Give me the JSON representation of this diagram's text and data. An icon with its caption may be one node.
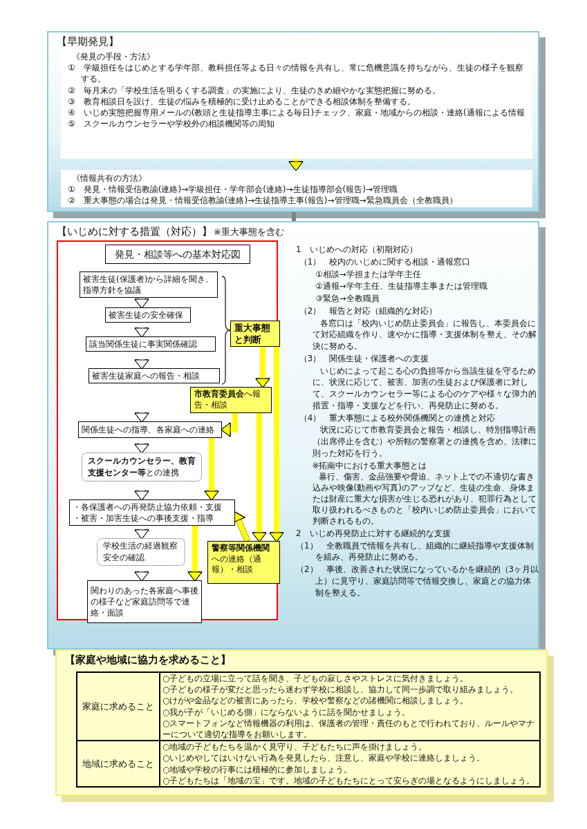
{
  "diagram": {
    "nodes": [
      {
        "text": [
          "【早期発見】"
        ]
      },
      {
        "text": [
          "《発見の手段・方法》",
          "①　学級担任をはじめとする学年部、教科担任等よる日々の情報を共有し、常に危機意識を持ちながら、生徒の様子を観察する。",
          "②　毎月末の「学校生活を明るくする調査」の実施により、生徒のきめ細やかな実態把握に努める。",
          "③　教育相談日を設け、生徒の悩みを積極的に受け止めることができる相談体制を整備する。",
          "④　いじめ実態把握専用メールの(教頭と生徒指導主事による毎日)チェック、家庭・地域からの相談・連絡(通報による情報",
          "⑤　スクールカウンセラーや学校外の相談機関等の周知"
        ],
        "in": 0
      },
      {
        "text": [
          "《情報共有の方法》",
          "①　発見・情報受信教諭(連絡)→学級担任・学年部会(連絡)→生徒指導部会(報告)→管理職",
          "②　重大事態の場合は発見・情報受信教諭(連絡)→生徒指導主事(報告)→管理職→緊急職員会（全教職員）"
        ],
        "in": 0
      },
      {
        "text": [
          "【いじめに対する措置（対応）】",
          "※重大事態を含む"
        ]
      },
      {
        "text": [
          "発見・相談等への基本対応図"
        ],
        "in": 3
      },
      {
        "text": [
          "被害生徒(保護者)から詳細を聞き、指導方針を協議"
        ],
        "in": 3
      },
      {
        "text": [
          "被害生徒の安全確保"
        ],
        "in": 3
      },
      {
        "text": [
          "該当関係生徒に事実関係確認"
        ],
        "in": 3
      },
      {
        "text": [
          "被害生徒家庭への報告・相談"
        ],
        "in": 3
      },
      {
        "text": [
          "重大事態と判断"
        ],
        "in": 3
      },
      {
        "text": [
          "**市教育委員会**へ報告・相談"
        ],
        "in": 3
      },
      {
        "text": [
          "関係生徒への指導、各家庭への連絡"
        ],
        "in": 3
      },
      {
        "text": [
          "**スクールカウンセラー、教育支援センター等**との連携"
        ],
        "in": 3
      },
      {
        "text": [
          "・各保護者への再発防止協力依頼・支援",
          "・被害・加害生徒への事後支援・指導"
        ],
        "in": 3
      },
      {
        "text": [
          "学校生活の経過観察",
          "安全の確認"
        ],
        "in": 3
      },
      {
        "text": [
          "**警察等関係機関**への連絡（通報）・相談"
        ],
        "in": 3
      },
      {
        "text": [
          "関わりのあった各家庭へ事後の様子など家庭訪問等で連絡・面談"
        ],
        "in": 3
      },
      {
        "text": [
          "【家庭や地域に協力を求めること】"
        ]
      }
    ],
    "edges": [
      {
        "from": 1,
        "to": 2,
        "arrow": "to",
        "color": "#ffff00"
      },
      {
        "from": 0,
        "to": 3,
        "arrow": "none",
        "color": "#808080"
      },
      {
        "from": 5,
        "to": 6,
        "arrow": "to",
        "color": "#ffffff"
      },
      {
        "from": 6,
        "to": 7,
        "arrow": "to",
        "color": "#ffffff"
      },
      {
        "from": 7,
        "to": 8,
        "arrow": "to",
        "color": "#ffffff"
      },
      {
        "from": 8,
        "to": 11,
        "arrow": "to",
        "color": "#ffffff"
      },
      {
        "from": 9,
        "to": 10,
        "arrow": "to",
        "color": "#ffff00"
      },
      {
        "from": 9,
        "to": 15,
        "arrow": "to",
        "color": "#ffff00"
      },
      {
        "from": 10,
        "to": 15,
        "arrow": "to",
        "color": "#ffff00"
      },
      {
        "from": 10,
        "to": 11,
        "arrow": "to",
        "color": "#ffff00"
      },
      {
        "from": 11,
        "to": 12,
        "arrow": "to",
        "color": "#ffffff"
      },
      {
        "from": 11,
        "to": 13,
        "arrow": "to",
        "color": "#ffff00"
      },
      {
        "from": 12,
        "to": 13,
        "arrow": "to",
        "color": "#ffffff"
      },
      {
        "from": 13,
        "to": 14,
        "arrow": "to",
        "color": "#ffffff"
      },
      {
        "from": 13,
        "to": 16,
        "arrow": "to",
        "color": "#ffff00"
      },
      {
        "from": 14,
        "to": 16,
        "arrow": "to",
        "color": "#ffffff"
      },
      {
        "from": 15,
        "to": 13,
        "arrow": "to",
        "color": "#ffff00"
      }
    ],
    "labels": [
      "1　いじめへの対応（初期対応）",
      "（1）　校内のいじめに関する相談・通報窓口",
      "①相談→学担または学年主任",
      "②通報→学年主任、生徒指導主事または管理職",
      "③緊急→全教職員",
      "（2）　報告と対応（組織的な対応）",
      "各窓口は「校内いじめ防止委員会」に報告し、本委員会にて対応組織を作り、速やかに指導・支援体制を整え、その解決に努める。",
      "（3）　関係生徒・保護者への支援",
      "いじめによって起こる心の負担等から当該生徒を守るために、状況に応じて、被害、加害の生徒および保護者に対して、スクールカウンセラー等による心のケアや様々な弾力的措置・指導・支援などを行い、再発防止に努める。",
      "（4）　重大事態による校外関係機関との連携と対応",
      "状況に応じて市教育委員会と報告・相談し、特別指導計画（出席停止を含む）や所轄の警察署との連携を含め、法律に則った対応を行う。",
      "※拓南中における重大事態とは",
      "暴行、傷害、金品強要や脅迫、ネット上での不適切な書き込みや映像(動画や写真)のアップなど、生徒の生命、身体または財産に重大な損害が生じる恐れがあり、犯罪行為として取り扱われるべきものと「校内いじめ防止委員会」において判断されるもの。",
      "2　いじめ再発防止に対する継続的な支援",
      "（1）　全教職員で情報を共有し、組織的に継続指導や支援体制を組み、再発防止に努める。",
      "（2）　事後、改善された状況になっているかを継続的（3ヶ月以上）に見守り、家庭訪問等で情報交換し、家庭との協力体制を整える。",
      "家庭に求めること",
      "○子どもの立場に立って話を聞き、子どもの寂しさやストレスに気付きましょう。",
      "○子どもの様子が変だと思ったら迷わず学校に相談し、協力して同一歩調で取り組みましょう。",
      "○けがや金品などの被害にあったら、学校や警察などの諸機関に相談しましょう。",
      "○我が子が「いじめる側」にならないように話を聞かせましょう。",
      "○スマートフォンなど情報機器の利用は、保護者の管理・責任のもとで行われており、ルールやマナーについて適切な指導をお願いします。",
      "地域に求めること",
      "○地域の子どもたちを温かく見守り、子どもたちに声を掛けましょう。",
      "○いじめやしてはいけない行為を発見したら、注意し、家庭や学校に連絡しましょう。",
      "○地域や学校の行事には積極的に参加しましょう。",
      "○子どもたちは「地域の宝」です。地域の子どもたちにとって安らぎの場となるようにしましょう。"
    ]
  }
}
